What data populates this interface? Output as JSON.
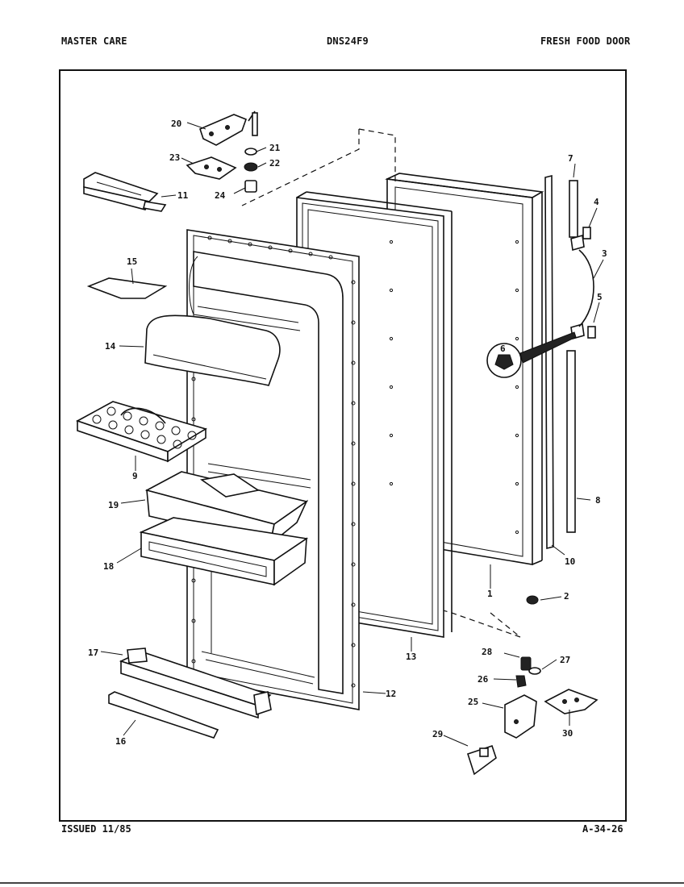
{
  "header": {
    "brand": "MASTER CARE",
    "model": "DNS24F9",
    "section": "FRESH FOOD DOOR"
  },
  "footer": {
    "issued": "ISSUED 11/85",
    "page_code": "A-34-26"
  },
  "callouts": [
    "1",
    "2",
    "3",
    "4",
    "5",
    "6",
    "7",
    "8",
    "9",
    "10",
    "11",
    "12",
    "13",
    "14",
    "15",
    "16",
    "17",
    "18",
    "19",
    "20",
    "21",
    "22",
    "23",
    "24",
    "25",
    "26",
    "27",
    "28",
    "29",
    "30"
  ]
}
